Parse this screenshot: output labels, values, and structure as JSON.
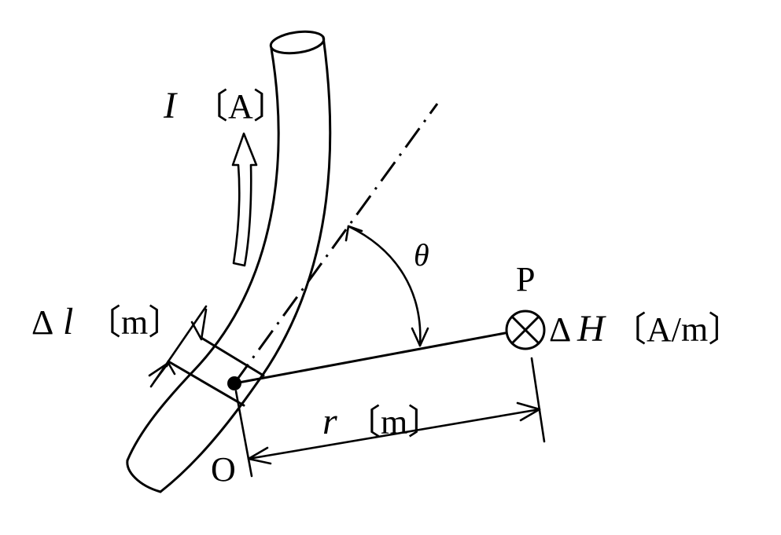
{
  "labels": {
    "current_symbol": "I",
    "current_unit": "〔A〕",
    "delta_l_symbol": "Δ",
    "delta_l_var": "l",
    "delta_l_unit": "〔m〕",
    "theta": "θ",
    "point_p": "P",
    "delta_h_symbol": "Δ",
    "delta_h_var": "H",
    "delta_h_unit": "〔A/m〕",
    "r_var": "r",
    "r_unit": "〔m〕",
    "point_o": "O"
  },
  "icons": {
    "field_direction": "into-page-cross-circle",
    "current_direction": "hollow-arrow-up"
  },
  "colors": {
    "ink": "#000000",
    "background": "#ffffff"
  }
}
